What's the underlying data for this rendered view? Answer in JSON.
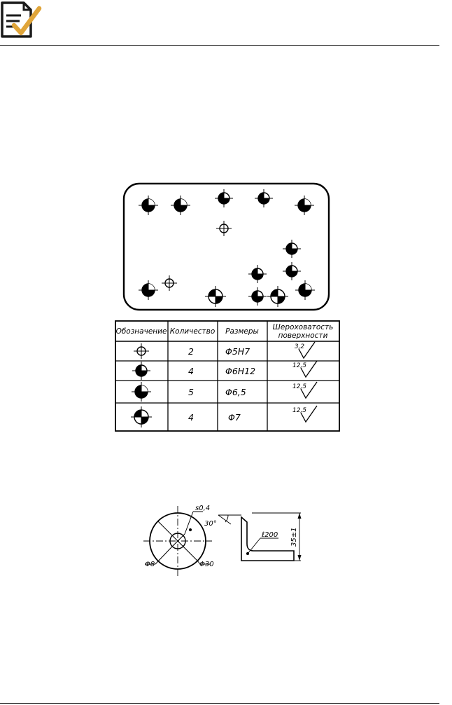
{
  "header": {
    "icon": "document-check-icon",
    "icon_colors": {
      "paper": "#ffffff",
      "outline": "#1a1a1a",
      "check": "#e0a53a"
    }
  },
  "table": {
    "headers": {
      "designation": "Обозначение",
      "count": "Количество",
      "sizes": "Размеры",
      "roughness_line1": "Шероховатость",
      "roughness_line2": "поверхности"
    },
    "rows": [
      {
        "symbol": "hole-symbol-outline-cross",
        "count": "2",
        "size": "Φ5H7",
        "roughness": "3,2"
      },
      {
        "symbol": "hole-symbol-half-left",
        "count": "4",
        "size": "Φ6H12",
        "roughness": "12,5"
      },
      {
        "symbol": "hole-symbol-three-quarter",
        "count": "5",
        "size": "Φ6,5",
        "roughness": "12,5"
      },
      {
        "symbol": "hole-symbol-quarters",
        "count": "4",
        "size": "Φ7",
        "roughness": "12,5"
      }
    ]
  },
  "detail": {
    "thickness": "s0,4",
    "angle": "30°",
    "length": "ℓ200",
    "height": "35±1",
    "inner_diameter": "Φ8",
    "outer_diameter": "Φ30"
  }
}
